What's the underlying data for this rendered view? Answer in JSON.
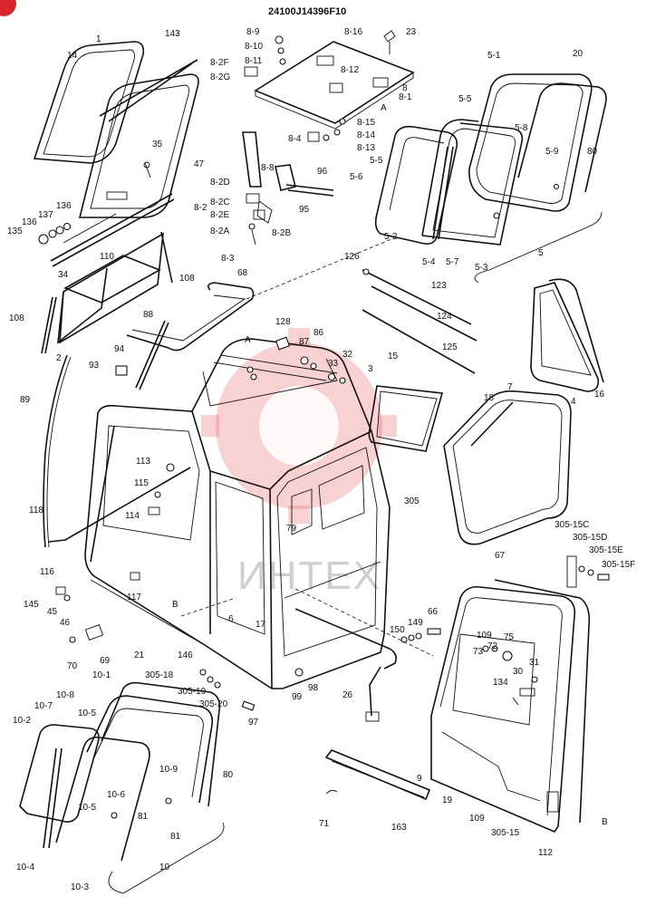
{
  "diagram_code": "24100J14396F10",
  "watermark_text": "ИНТЕХ",
  "colors": {
    "watermark": "#e86a6a",
    "badge": "#d9262b",
    "ink": "#111111"
  },
  "labels": {
    "p1": "1",
    "p14": "14",
    "p143": "143",
    "p8_9": "8-9",
    "p8_16": "8-16",
    "p23": "23",
    "p8_10": "8-10",
    "p8_2F": "8-2F",
    "p8_11": "8-11",
    "p8_2G": "8-2G",
    "p8_12": "8-12",
    "p8": "8",
    "p8_1": "8-1",
    "pA_top": "A",
    "p5_1": "5-1",
    "p20": "20",
    "p5_5": "5-5",
    "p5_8": "5-8",
    "p8_15": "8-15",
    "p8_14": "8-14",
    "p8_13": "8-13",
    "p8_4": "8-4",
    "p5_5b": "5-5",
    "p35": "35",
    "p47": "47",
    "p8_8": "8-8",
    "p96": "96",
    "p95": "95",
    "p5_9": "5-9",
    "p80a": "80",
    "p5_6": "5-6",
    "p8_2D": "8-2D",
    "p8_2C": "8-2C",
    "p8_2": "8-2",
    "p8_2E": "8-2E",
    "p8_2A": "8-2A",
    "p8_2B": "8-2B",
    "p8_3": "8-3",
    "p136a": "136",
    "p137": "137",
    "p136b": "136",
    "p135": "135",
    "p110": "110",
    "p34": "34",
    "p108a": "108",
    "p108b": "108",
    "p68": "68",
    "p5_2": "5-2",
    "p5_4": "5-4",
    "p5_7": "5-7",
    "p5_3": "5-3",
    "p5": "5",
    "p126": "126",
    "p123": "123",
    "p124": "124",
    "p125": "125",
    "p2": "2",
    "p88": "88",
    "p94": "94",
    "p93": "93",
    "p128": "128",
    "p86": "86",
    "p87": "87",
    "pA_mid": "A",
    "p32": "32",
    "p33": "33",
    "p3": "3",
    "p15": "15",
    "p7": "7",
    "p18": "18",
    "p4": "4",
    "p16": "16",
    "p89": "89",
    "p113": "113",
    "p115": "115",
    "p114": "114",
    "p118": "118",
    "p79": "79",
    "p305": "305",
    "p305_15C": "305-15C",
    "p305_15D": "305-15D",
    "p305_15E": "305-15E",
    "p305_15F": "305-15F",
    "p116": "116",
    "p67": "67",
    "p145": "145",
    "p45": "45",
    "p46": "46",
    "p117": "117",
    "pB_mid": "B",
    "p6": "6",
    "p17": "17",
    "p66": "66",
    "p149": "149",
    "p150": "150",
    "p109a": "109",
    "p75": "75",
    "p72": "72",
    "p73": "73",
    "p31": "31",
    "p30": "30",
    "p70": "70",
    "p69": "69",
    "p10_1": "10-1",
    "p21": "21",
    "p146": "146",
    "p305_18": "305-18",
    "p305_19": "305-19",
    "p305_20": "305-20",
    "p99": "99",
    "p98": "98",
    "p26": "26",
    "p134": "134",
    "p97": "97",
    "p10_7": "10-7",
    "p10_8": "10-8",
    "p10_5a": "10-5",
    "p10_2": "10-2",
    "p80b": "80",
    "p10_9": "10-9",
    "p10_6": "10-6",
    "p10_5b": "10-5",
    "p81a": "81",
    "p81b": "81",
    "p10_4": "10-4",
    "p10_3": "10-3",
    "p10": "10",
    "p9": "9",
    "p19": "19",
    "p71": "71",
    "p163": "163",
    "p109b": "109",
    "p305_15": "305-15",
    "pB_bot": "B",
    "p112": "112"
  }
}
